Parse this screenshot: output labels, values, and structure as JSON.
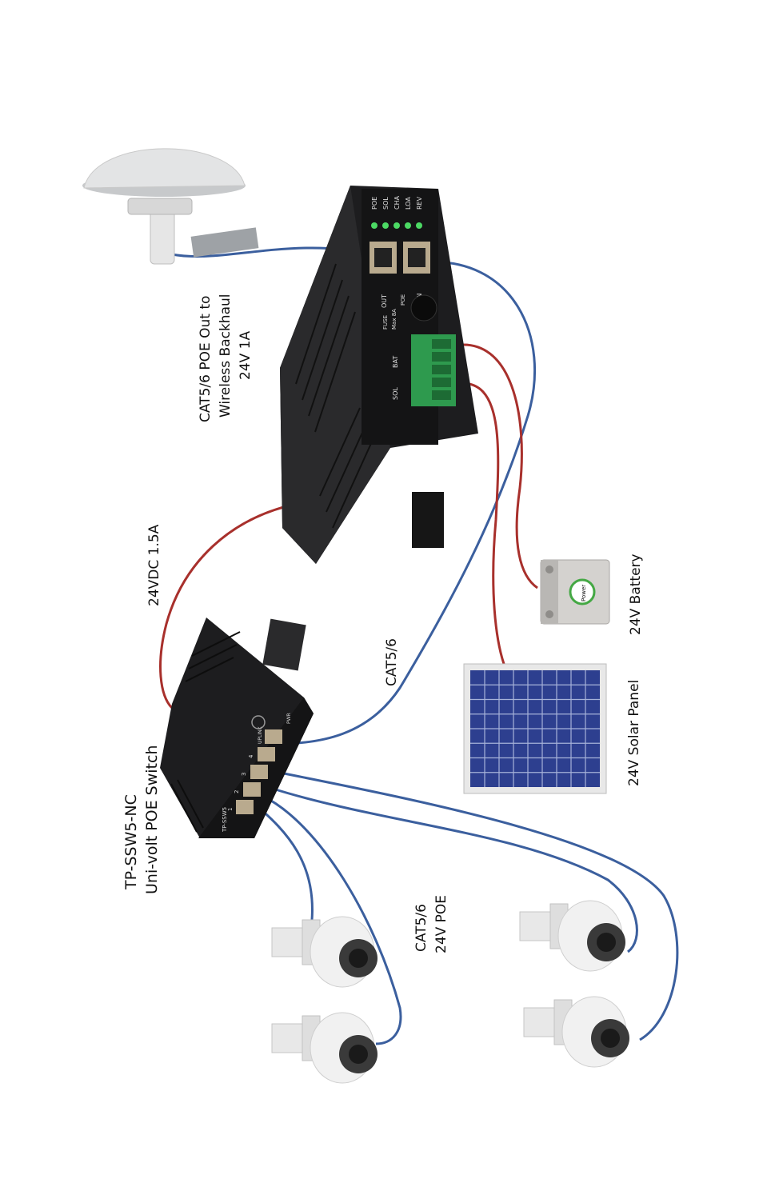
{
  "labels": {
    "poe_out_line1": "CAT5/6  POE Out to",
    "poe_out_line2": "Wireless Backhaul",
    "poe_out_line3": "24V 1A",
    "vdc": "24VDC    1.5A",
    "cat56_upper": "CAT5/6",
    "battery": "24V Battery",
    "solar": "24V Solar Panel",
    "switch_line1": "TP-SSW5-NC",
    "switch_line2": "Uni-volt POE Switch",
    "cam_cable_line1": "CAT5/6",
    "cam_cable_line2": "24V POE"
  },
  "controller_panel": {
    "leds": [
      "POE",
      "SOL",
      "CHA",
      "LOA",
      "REV"
    ],
    "port_labels": [
      "OUT",
      "IN"
    ],
    "fuse_line1": "FUSE",
    "fuse_line2": "Max 8A",
    "fuse_poe": "POE",
    "terminal_sol": "SOL",
    "terminal_bat": "BAT"
  },
  "switch_panel": {
    "brand": "TP-SSW5",
    "ports": [
      "1",
      "2",
      "3",
      "4"
    ],
    "uplink": "UPLINK",
    "pwr": "PWR"
  },
  "battery_brand": "Power",
  "colors": {
    "cat_cable": "#3b5f9e",
    "power_cable": "#a8302c",
    "device_body": "#1d1d1f",
    "terminal_green": "#2e9a4e",
    "solar_cell": "#2d3f8f",
    "led_green": "#4cd964"
  }
}
